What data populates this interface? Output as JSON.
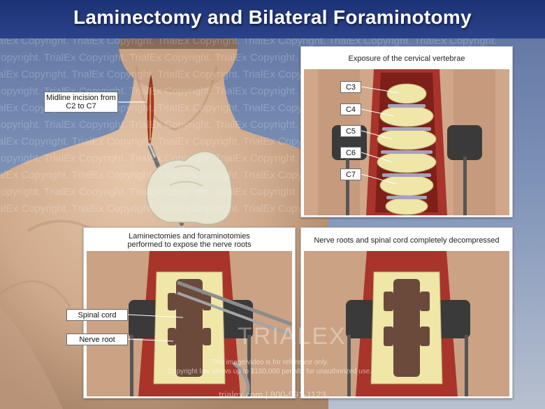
{
  "title": "Laminectomy and Bilateral Foraminotomy",
  "watermark_text": "TrialEx Copyright. TrialEx Copyright. TrialEx Copyright. TrialEx Copyright. TrialEx Copyright. TrialEx Copyright.",
  "incision_label": "Midline incision from C2 to C7",
  "panels": {
    "exposure": {
      "caption": "Exposure of the cervical vertebrae",
      "vertebrae": [
        "C3",
        "C4",
        "C5",
        "C6",
        "C7"
      ]
    },
    "laminectomy": {
      "caption_line1": "Laminectomies and foraminotomies",
      "caption_line2": "performed to expose the nerve roots",
      "labels": {
        "spinal_cord": "Spinal cord",
        "nerve_root": "Nerve root"
      }
    },
    "decompressed": {
      "caption": "Nerve roots and spinal cord completely decompressed"
    }
  },
  "brand_mark": "TRIALEX",
  "footer_line1": "This image/video is for reference only.",
  "footer_line2": "Copyright law allows up to $150,000 penalty for unauthorized use.",
  "contact": "trialex.com | 800-591-1123",
  "colors": {
    "title_bar": "#1d3276",
    "skin": "#d9b79a",
    "bone": "#efe6a8",
    "tissue": "#b8403a",
    "glove": "#e6e3cf"
  }
}
